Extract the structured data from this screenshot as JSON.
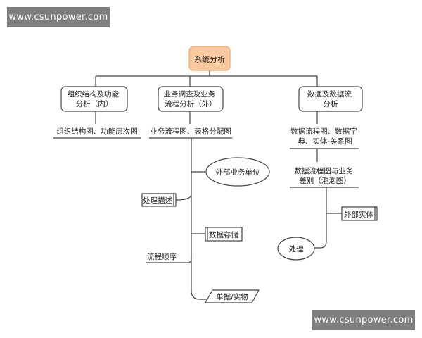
{
  "watermarks": {
    "top": "www.csunpower.com",
    "bottom": "www.csunpower.com"
  },
  "root": {
    "label": "系统分析",
    "fill": "#f9c9a0",
    "border": "#f2a66a"
  },
  "branches": [
    {
      "label_lines": [
        "组织结构及功能",
        "分析（内）"
      ]
    },
    {
      "label_lines": [
        "业务调查及业务",
        "流程分析（外）"
      ]
    },
    {
      "label_lines": [
        "数据及数据流",
        "分析"
      ]
    }
  ],
  "outputs": {
    "left": [
      "组织结构图、功能层次图"
    ],
    "middle": [
      "业务流程图、表格分配图"
    ],
    "right_1": [
      "数据流程图、数据字",
      "典、实体-关系图"
    ],
    "right_2": [
      "数据流程图与业务",
      "差别（泡泡图）"
    ]
  },
  "symbols": {
    "external_unit": "外部业务单位",
    "process_desc": "处理描述",
    "data_store": "数据存储",
    "flow_order": "流程顺序",
    "document": "单据/实物",
    "external_entity": "外部实体",
    "process": "处理"
  },
  "colors": {
    "line": "#444444",
    "watermark_bg": "#7e7e7e"
  }
}
